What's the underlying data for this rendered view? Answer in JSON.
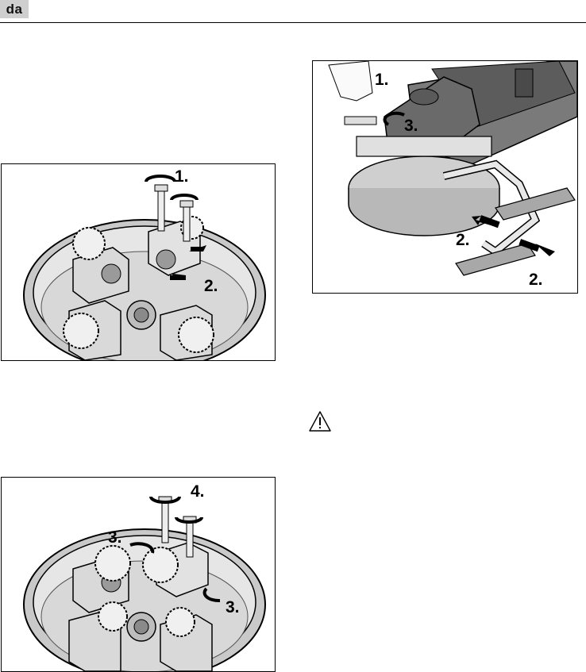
{
  "header": {
    "language_code": "da"
  },
  "figures": {
    "fig_disc_removal": {
      "step1": "1.",
      "step2": "2."
    },
    "fig_disc_install": {
      "step3a": "3.",
      "step4": "4.",
      "step3b": "3."
    },
    "fig_hood_mount": {
      "step1": "1.",
      "step2a": "2.",
      "step2b": "2.",
      "step3": "3."
    }
  },
  "warning": {
    "icon": "warning-triangle-icon"
  }
}
